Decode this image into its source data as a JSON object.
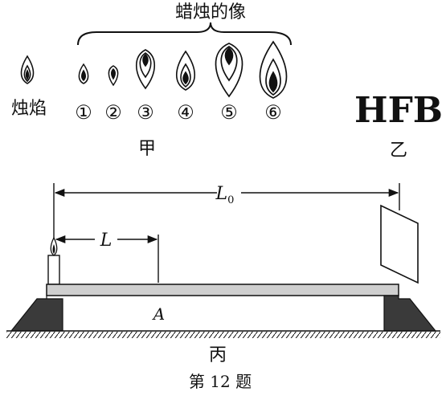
{
  "labels": {
    "brace_title": "蜡烛的像",
    "flame_label": "烛焰",
    "image_numbers": [
      "①",
      "②",
      "③",
      "④",
      "⑤",
      "⑥"
    ],
    "figure_jia": "甲",
    "figure_yi": "乙",
    "hfb": "HFB",
    "distance_L0": "L",
    "distance_L0_sub": "0",
    "distance_L": "L",
    "point_A": "A",
    "figure_bing": "丙",
    "caption": "第 12 题"
  },
  "colors": {
    "ink": "#111111",
    "bench_top": "#cfcfcf",
    "support_fill": "#3a3a3a"
  }
}
